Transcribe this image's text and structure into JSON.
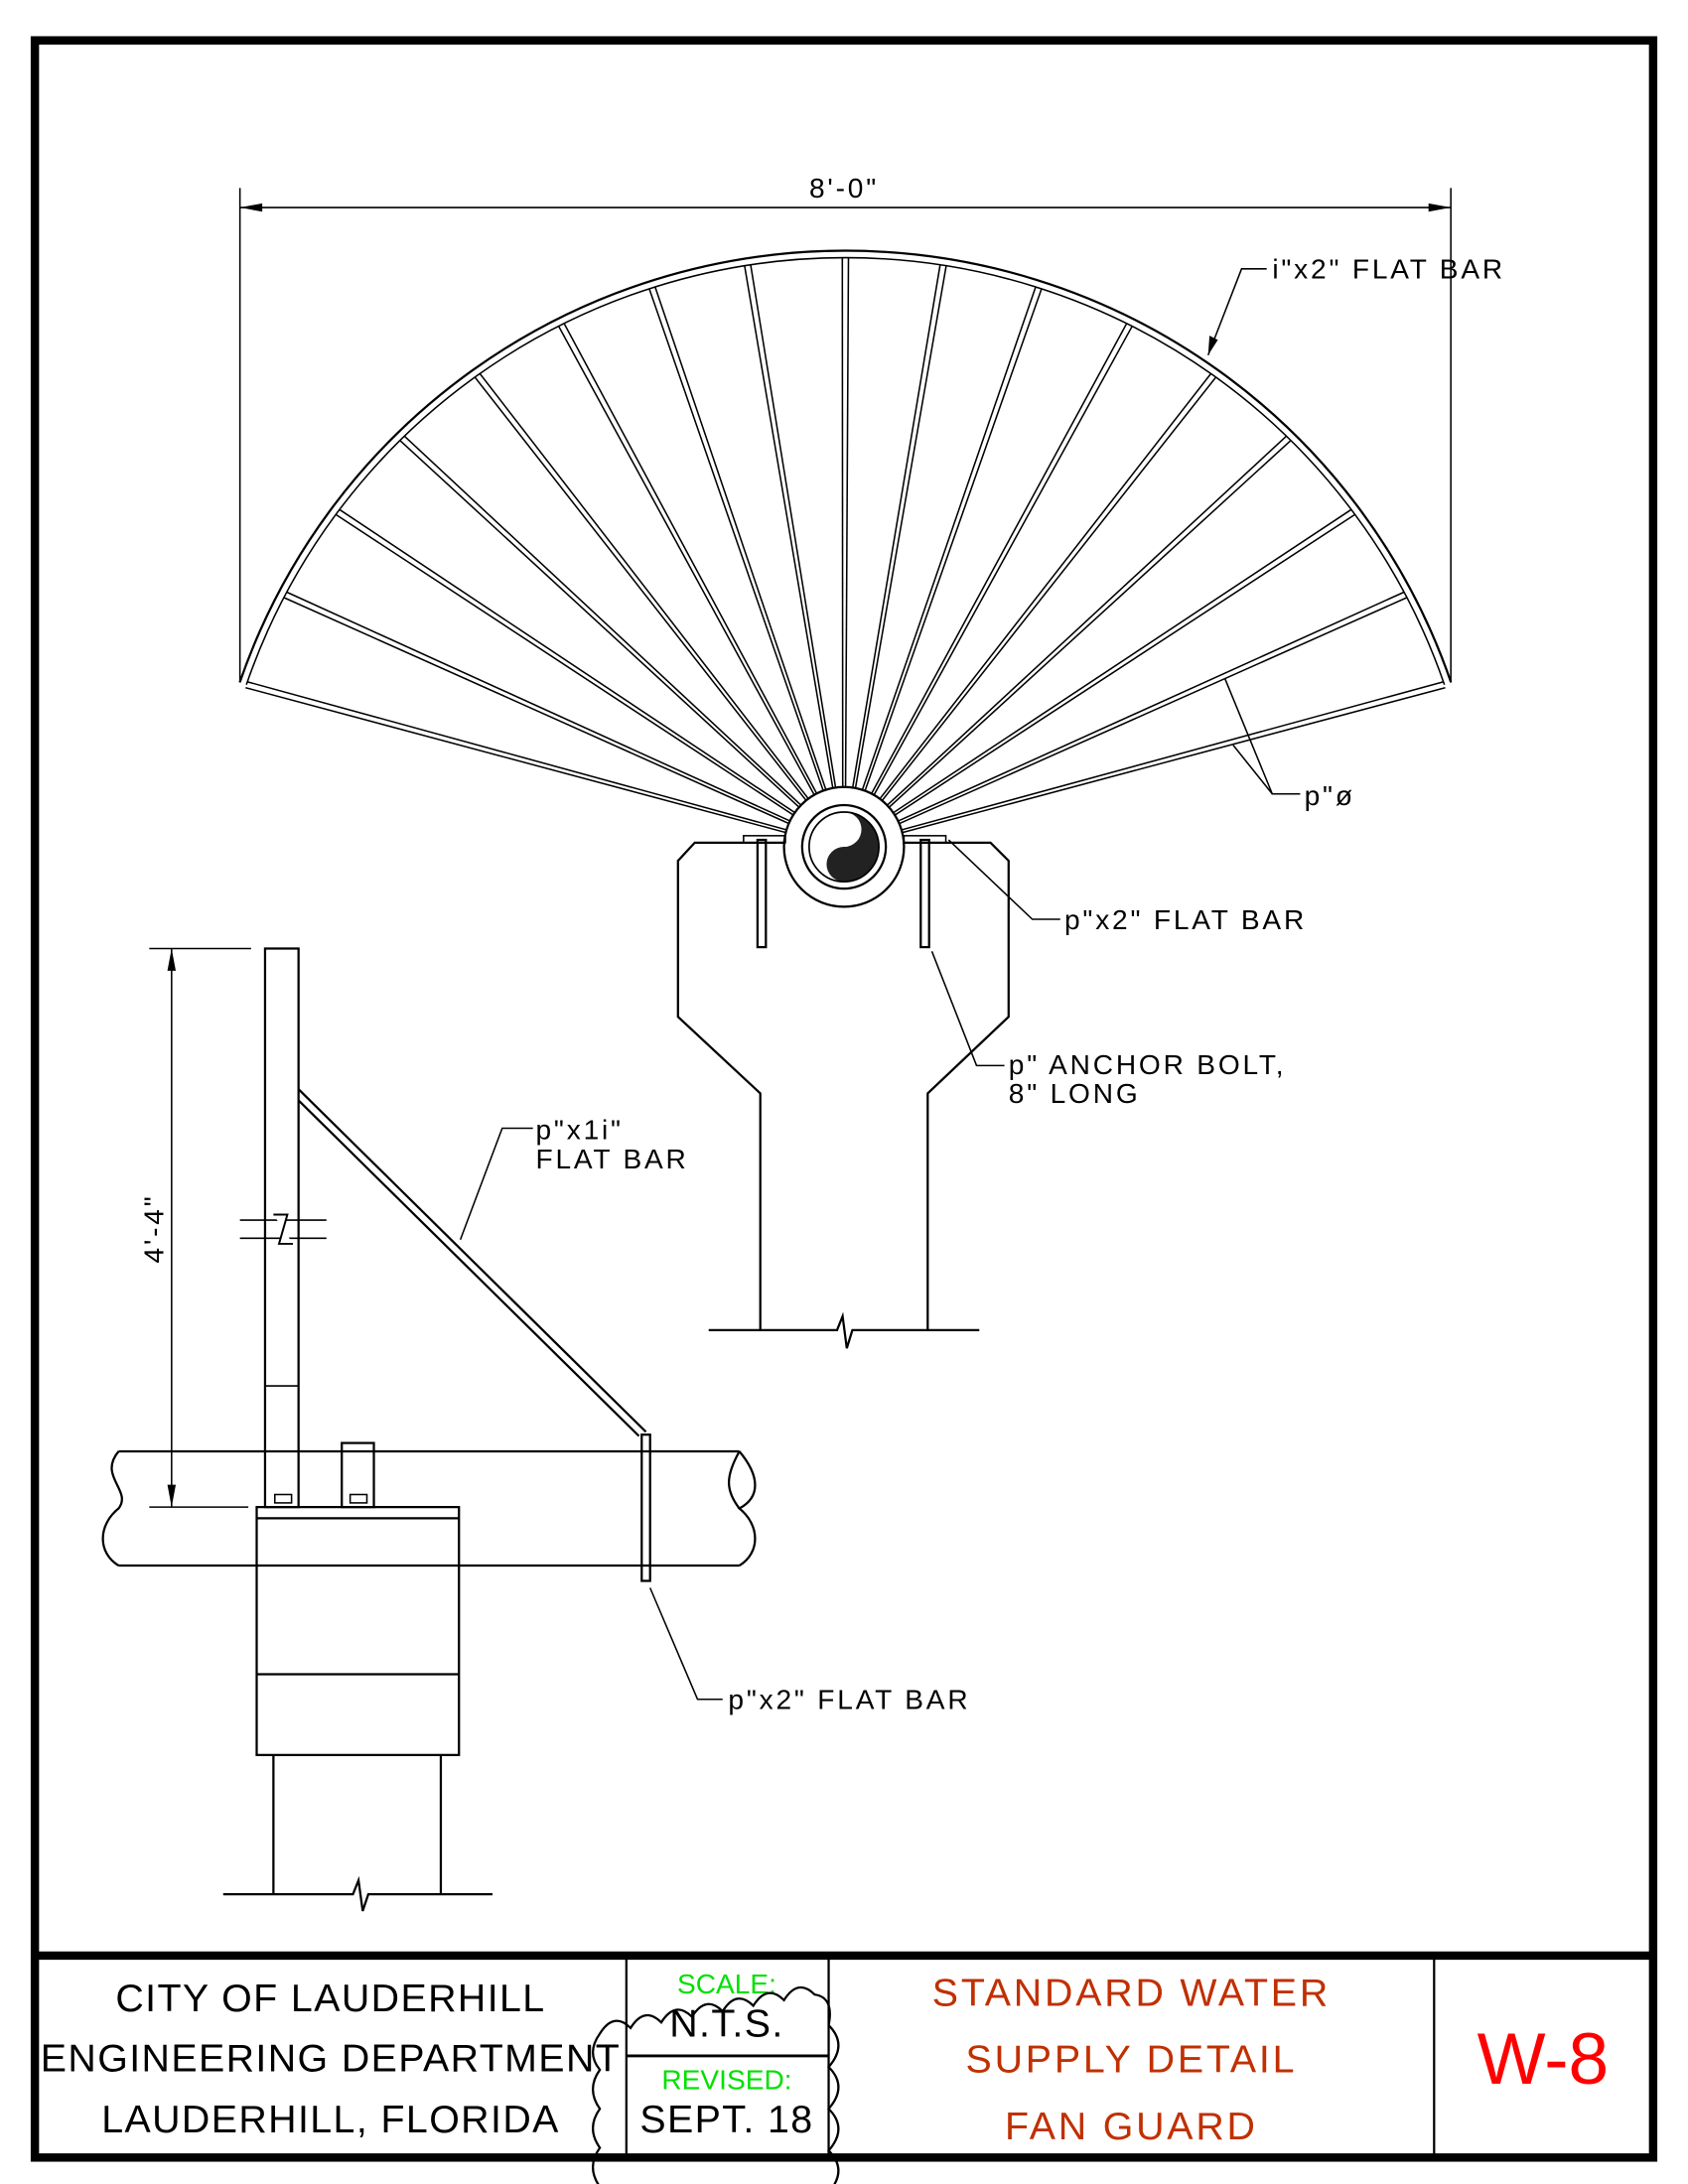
{
  "drawing": {
    "overall_width_dim": "8'-0\"",
    "height_dim": "4'-4\"",
    "callouts": {
      "rim_bar": "i\"x2\" FLAT BAR",
      "spoke_dia": "p\"ø",
      "hub_bar": "p\"x2\" FLAT BAR",
      "anchor_bolt_line1": "p\" ANCHOR BOLT,",
      "anchor_bolt_line2": "8\" LONG",
      "brace_line1": "p\"x1i\"",
      "brace_line2": "FLAT BAR",
      "clamp_bar": "p\"x2\" FLAT BAR"
    }
  },
  "title_block": {
    "org_line1": "CITY OF LAUDERHILL",
    "org_line2": "ENGINEERING DEPARTMENT",
    "org_line3": "LAUDERHILL, FLORIDA",
    "scale_label": "SCALE:",
    "scale_value": "N.T.S.",
    "revised_label": "REVISED:",
    "revised_value": "SEPT. 18",
    "title_line1": "STANDARD WATER",
    "title_line2": "SUPPLY DETAIL",
    "title_line3": "FAN GUARD",
    "sheet_number": "W-8",
    "colors": {
      "label_green": "#00e000",
      "title_red": "#c03000",
      "sheet_red": "#ff0000"
    }
  }
}
